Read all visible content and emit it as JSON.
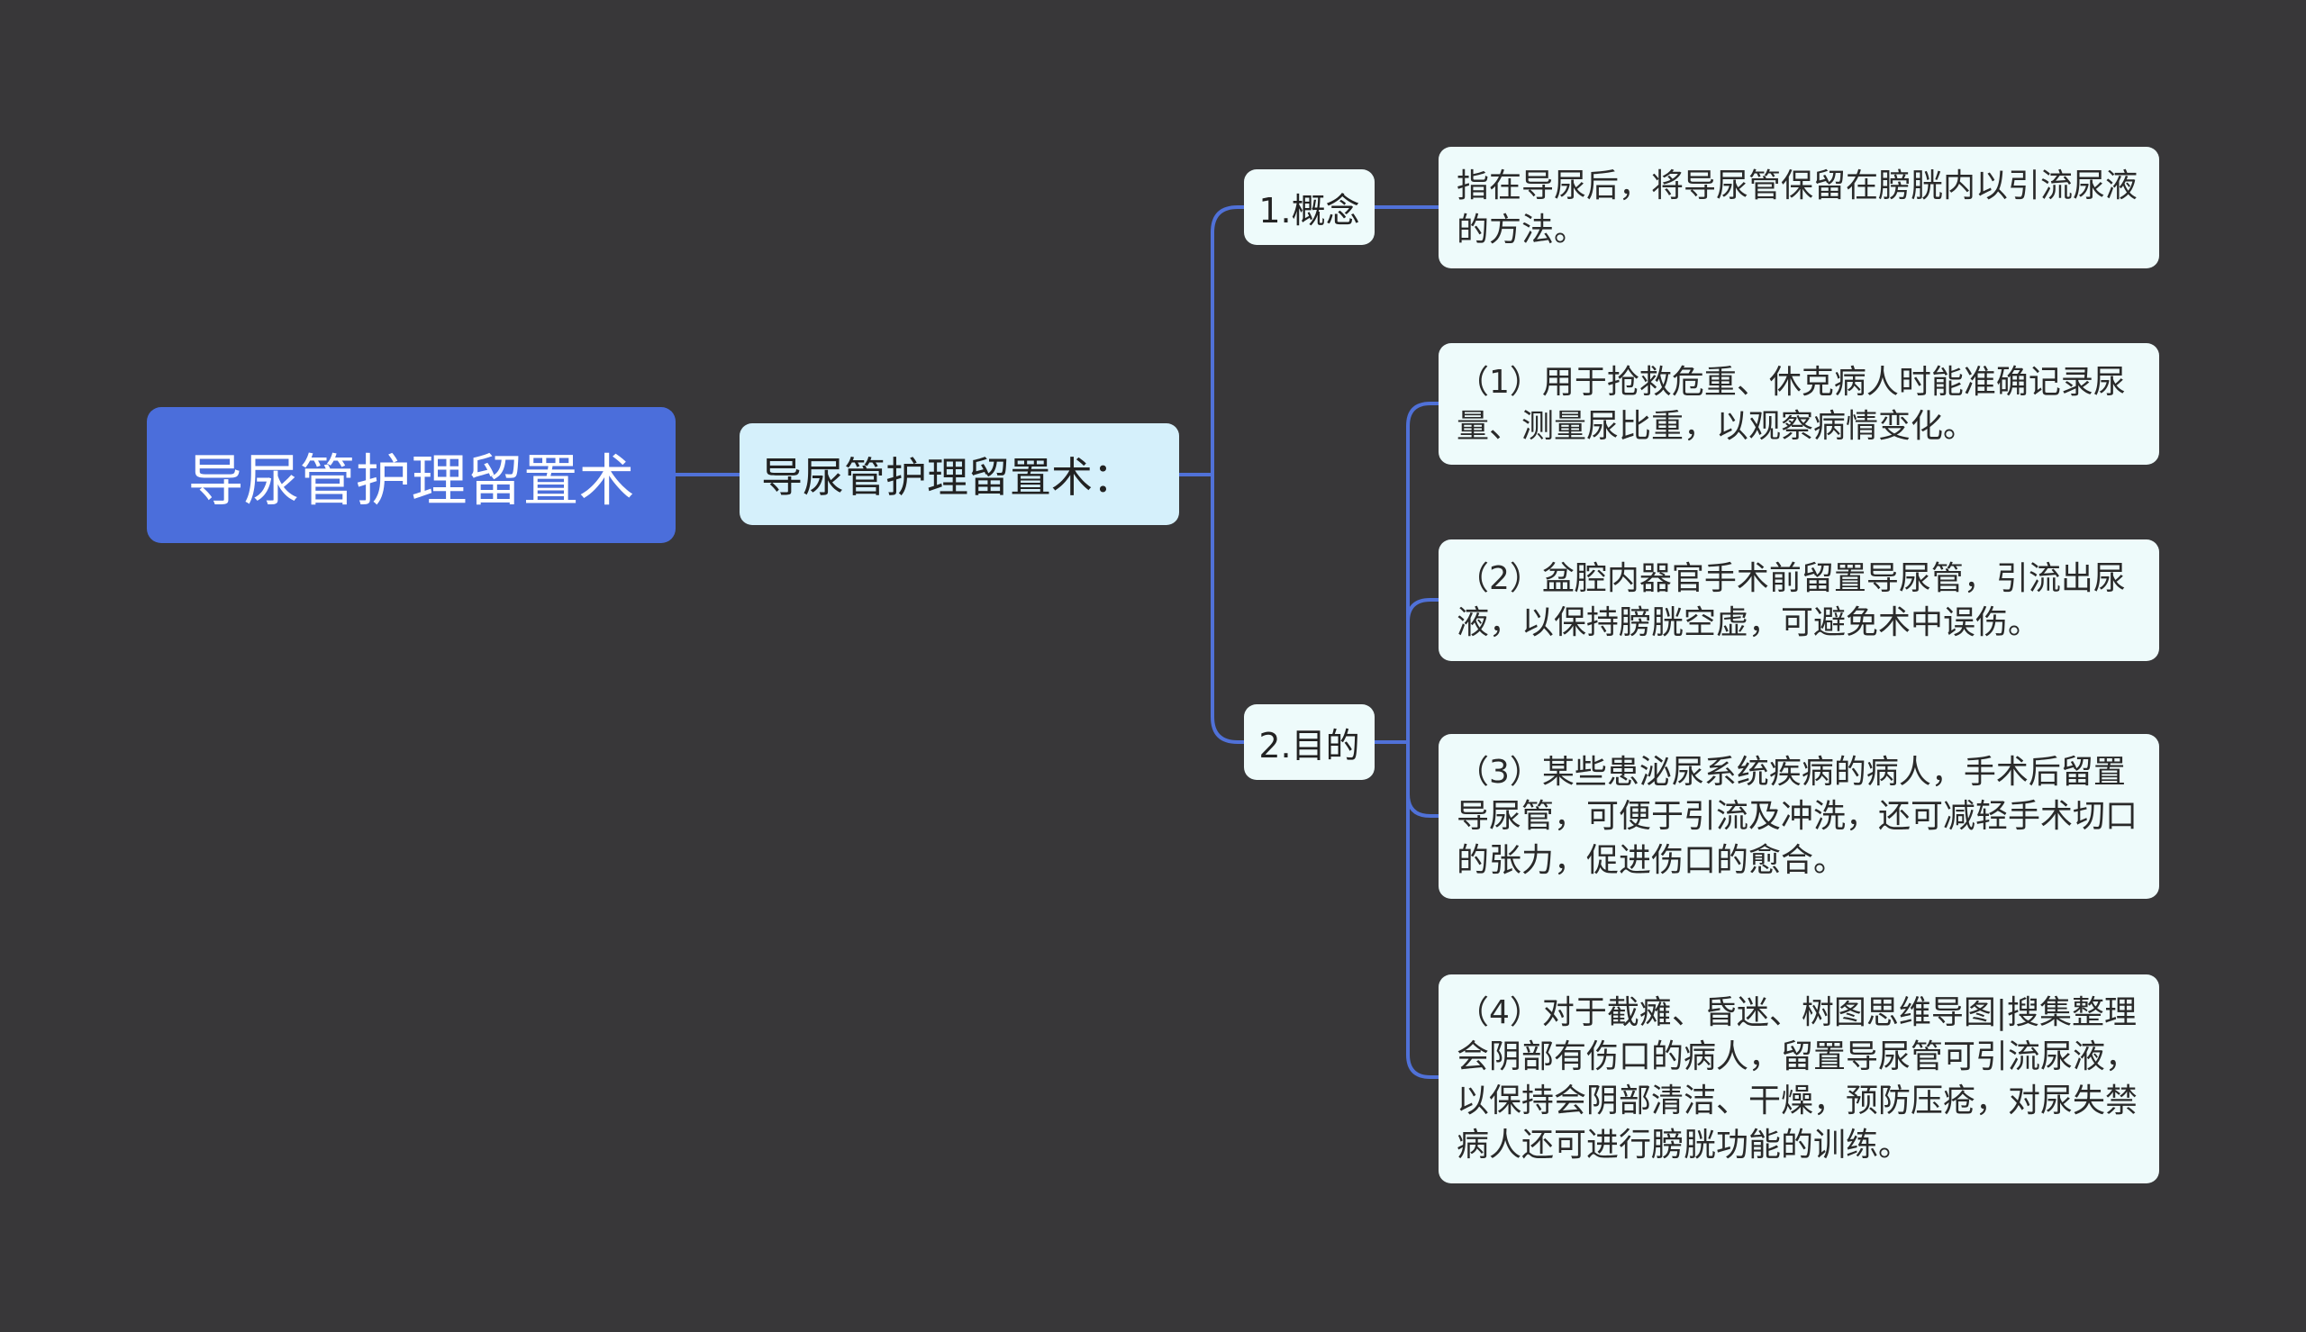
{
  "root": {
    "label": "导尿管护理留置术"
  },
  "level1": {
    "label": "导尿管护理留置术："
  },
  "branches": [
    {
      "label": "1.概念",
      "leaves": [
        "指在导尿后，将导尿管保留在膀胱内以引流尿液的方法。"
      ]
    },
    {
      "label": "2.目的",
      "leaves": [
        "（1）用于抢救危重、休克病人时能准确记录尿量、测量尿比重，以观察病情变化。",
        "（2）盆腔内器官手术前留置导尿管，引流出尿液，以保持膀胱空虚，可避免术中误伤。",
        "（3）某些患泌尿系统疾病的病人，手术后留置导尿管，可便于引流及冲洗，还可减轻手术切口的张力，促进伤口的愈合。",
        "（4）对于截瘫、昏迷、树图思维导图|搜集整理会阴部有伤口的病人，留置导尿管可引流尿液，以保持会阴部清洁、干燥，预防压疮，对尿失禁病人还可进行膀胱功能的训练。"
      ]
    }
  ],
  "colors": {
    "background": "#383739",
    "root_fill": "#4b6edb",
    "level1_fill": "#d5f0fb",
    "node_fill": "#eefbfb",
    "connector": "#5071d8"
  }
}
